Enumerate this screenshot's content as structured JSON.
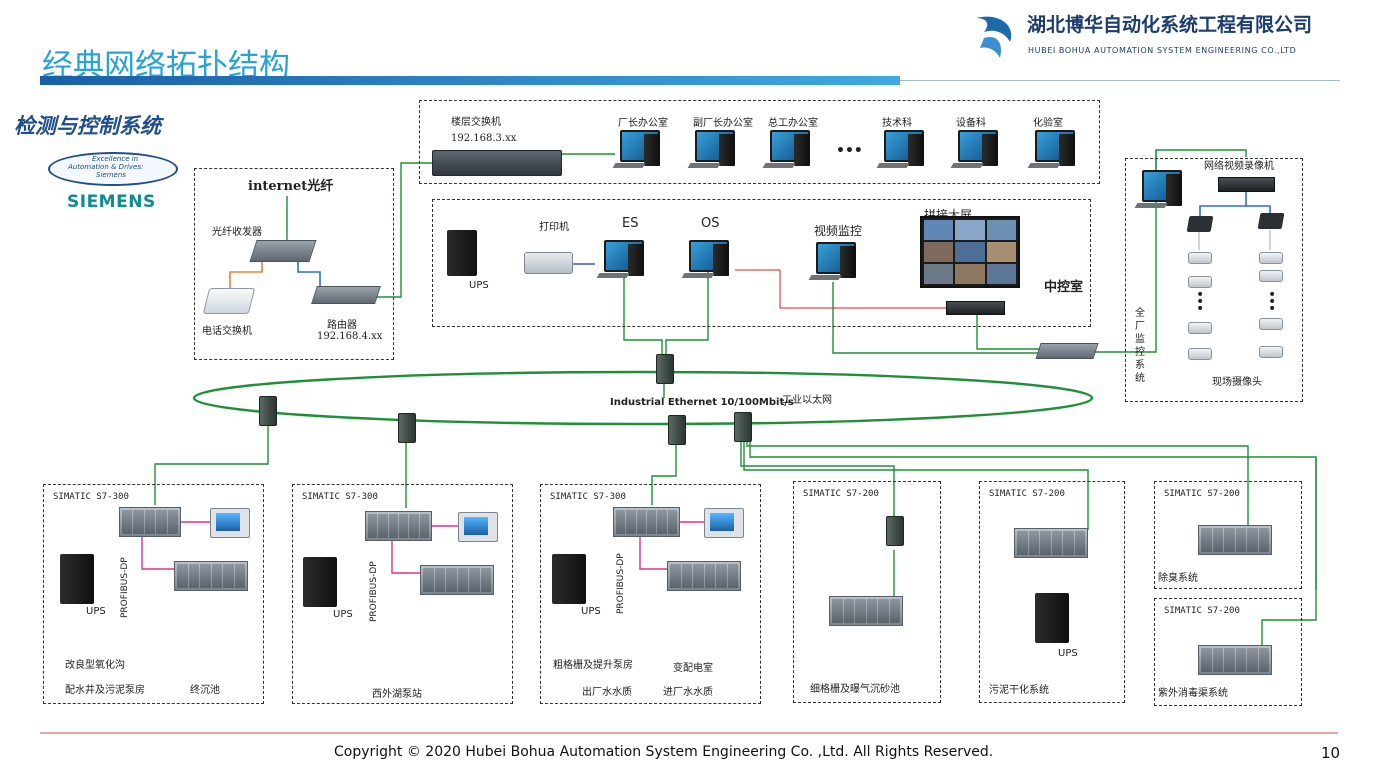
{
  "slide": {
    "title": "经典网络拓扑结构",
    "subtitle": "检测与控制系统",
    "page_number": "10",
    "copyright": "Copyright © 2020 Hubei Bohua Automation System Engineering Co. ,Ltd. All Rights Reserved."
  },
  "company": {
    "name_cn": "湖北博华自动化系统工程有限公司",
    "name_en": "HUBEI BOHUA AUTOMATION SYSTEM ENGINEERING CO.,LTD"
  },
  "siemens": {
    "tagline": [
      "Excellence in",
      "Automation & Drives:",
      "Siemens"
    ],
    "wordmark": "SIEMENS"
  },
  "internet": {
    "title": "internet光纤",
    "fiber_transceiver": "光纤收发器",
    "phone_switch": "电话交换机",
    "router": "路由器",
    "router_ip": "192.168.4.xx"
  },
  "office": {
    "switch": "楼层交换机",
    "switch_ip": "192.168.3.xx",
    "rooms": [
      "厂长办公室",
      "副厂长办公室",
      "总工办公室",
      "技术科",
      "设备科",
      "化验室"
    ],
    "ellipsis": "•••"
  },
  "control_room": {
    "name": "中控室",
    "ups": "UPS",
    "printer": "打印机",
    "es": "ES",
    "os": "OS",
    "video": "视频监控",
    "wall": "拼接大屏"
  },
  "cctv": {
    "nvr": "网络视频录像机",
    "system": [
      "全",
      "厂",
      "监",
      "控",
      "系",
      "统"
    ],
    "cameras": "现场摄像头"
  },
  "ring": {
    "label": "Industrial Ethernet 10/100Mbit/s",
    "label_cn": "工业以太网"
  },
  "stations": [
    {
      "plc": "SIMATIC S7-300",
      "bus": "PROFIBUS-DP",
      "ups": "UPS",
      "labels": [
        "改良型氧化沟",
        "配水井及污泥泵房",
        "终沉池"
      ]
    },
    {
      "plc": "SIMATIC S7-300",
      "bus": "PROFIBUS-DP",
      "ups": "UPS",
      "labels": [
        "西外湖泵站"
      ]
    },
    {
      "plc": "SIMATIC S7-300",
      "bus": "PROFIBUS-DP",
      "ups": "UPS",
      "labels": [
        "粗格栅及提升泵房",
        "变配电室",
        "出厂水水质",
        "进厂水水质"
      ]
    },
    {
      "plc": "SIMATIC S7-200",
      "labels": [
        "细格栅及曝气沉砂池"
      ]
    },
    {
      "plc": "SIMATIC S7-200",
      "ups": "UPS",
      "labels": [
        "污泥干化系统"
      ]
    },
    {
      "plc": "SIMATIC S7-200",
      "labels": [
        "除臭系统"
      ]
    },
    {
      "plc": "SIMATIC S7-200",
      "labels": [
        "紫外消毒渠系统"
      ]
    }
  ]
}
